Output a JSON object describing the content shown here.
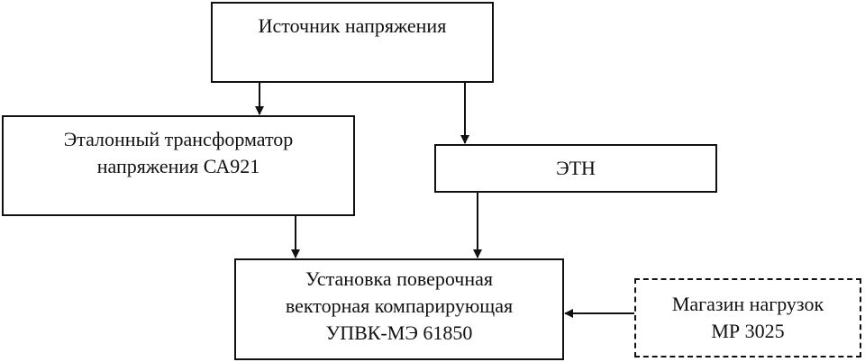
{
  "boxes": {
    "source": {
      "lines": [
        "Источник напряжения"
      ]
    },
    "reference_transformer": {
      "lines": [
        "Эталонный трансформатор",
        "напряжения СА921"
      ]
    },
    "etn": {
      "lines": [
        "ЭТН"
      ]
    },
    "upvk": {
      "lines": [
        "Установка поверочная",
        "векторная компарирующая",
        "УПВК-МЭ 61850"
      ]
    },
    "load_box": {
      "lines": [
        "Магазин нагрузок",
        "МР 3025"
      ]
    }
  },
  "connections": [
    {
      "from": "source",
      "to": "reference_transformer"
    },
    {
      "from": "source",
      "to": "etn"
    },
    {
      "from": "reference_transformer",
      "to": "upvk"
    },
    {
      "from": "etn",
      "to": "upvk"
    },
    {
      "from": "load_box",
      "to": "upvk"
    }
  ]
}
